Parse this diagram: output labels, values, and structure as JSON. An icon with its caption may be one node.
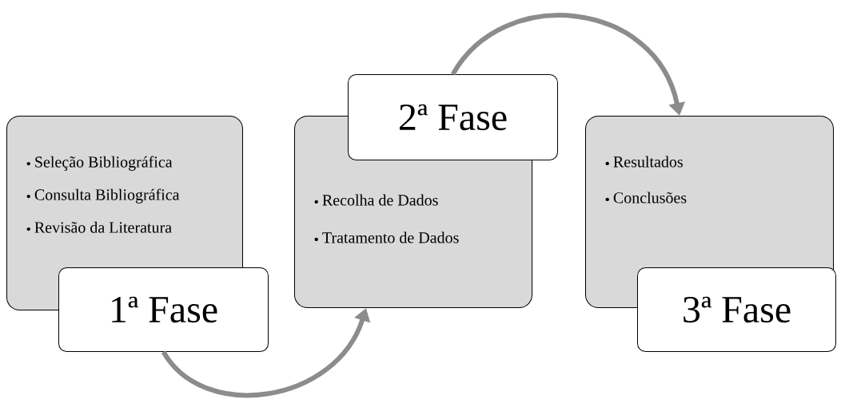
{
  "diagram": {
    "nodes": [
      {
        "text": [
          "Seleção Bibliográfica",
          "Consulta Bibliográfica",
          "Revisão da Literatura"
        ]
      },
      {
        "text": [
          "1ª Fase"
        ]
      },
      {
        "text": [
          "Recolha de Dados",
          "Tratamento de Dados"
        ]
      },
      {
        "text": [
          "2ª Fase"
        ]
      },
      {
        "text": [
          "Resultados",
          "Conclusões"
        ]
      },
      {
        "text": [
          "3ª Fase"
        ]
      }
    ],
    "edges": [
      {
        "from": 1,
        "to": 2,
        "arrow": "to"
      },
      {
        "from": 3,
        "to": 4,
        "arrow": "to"
      }
    ]
  }
}
